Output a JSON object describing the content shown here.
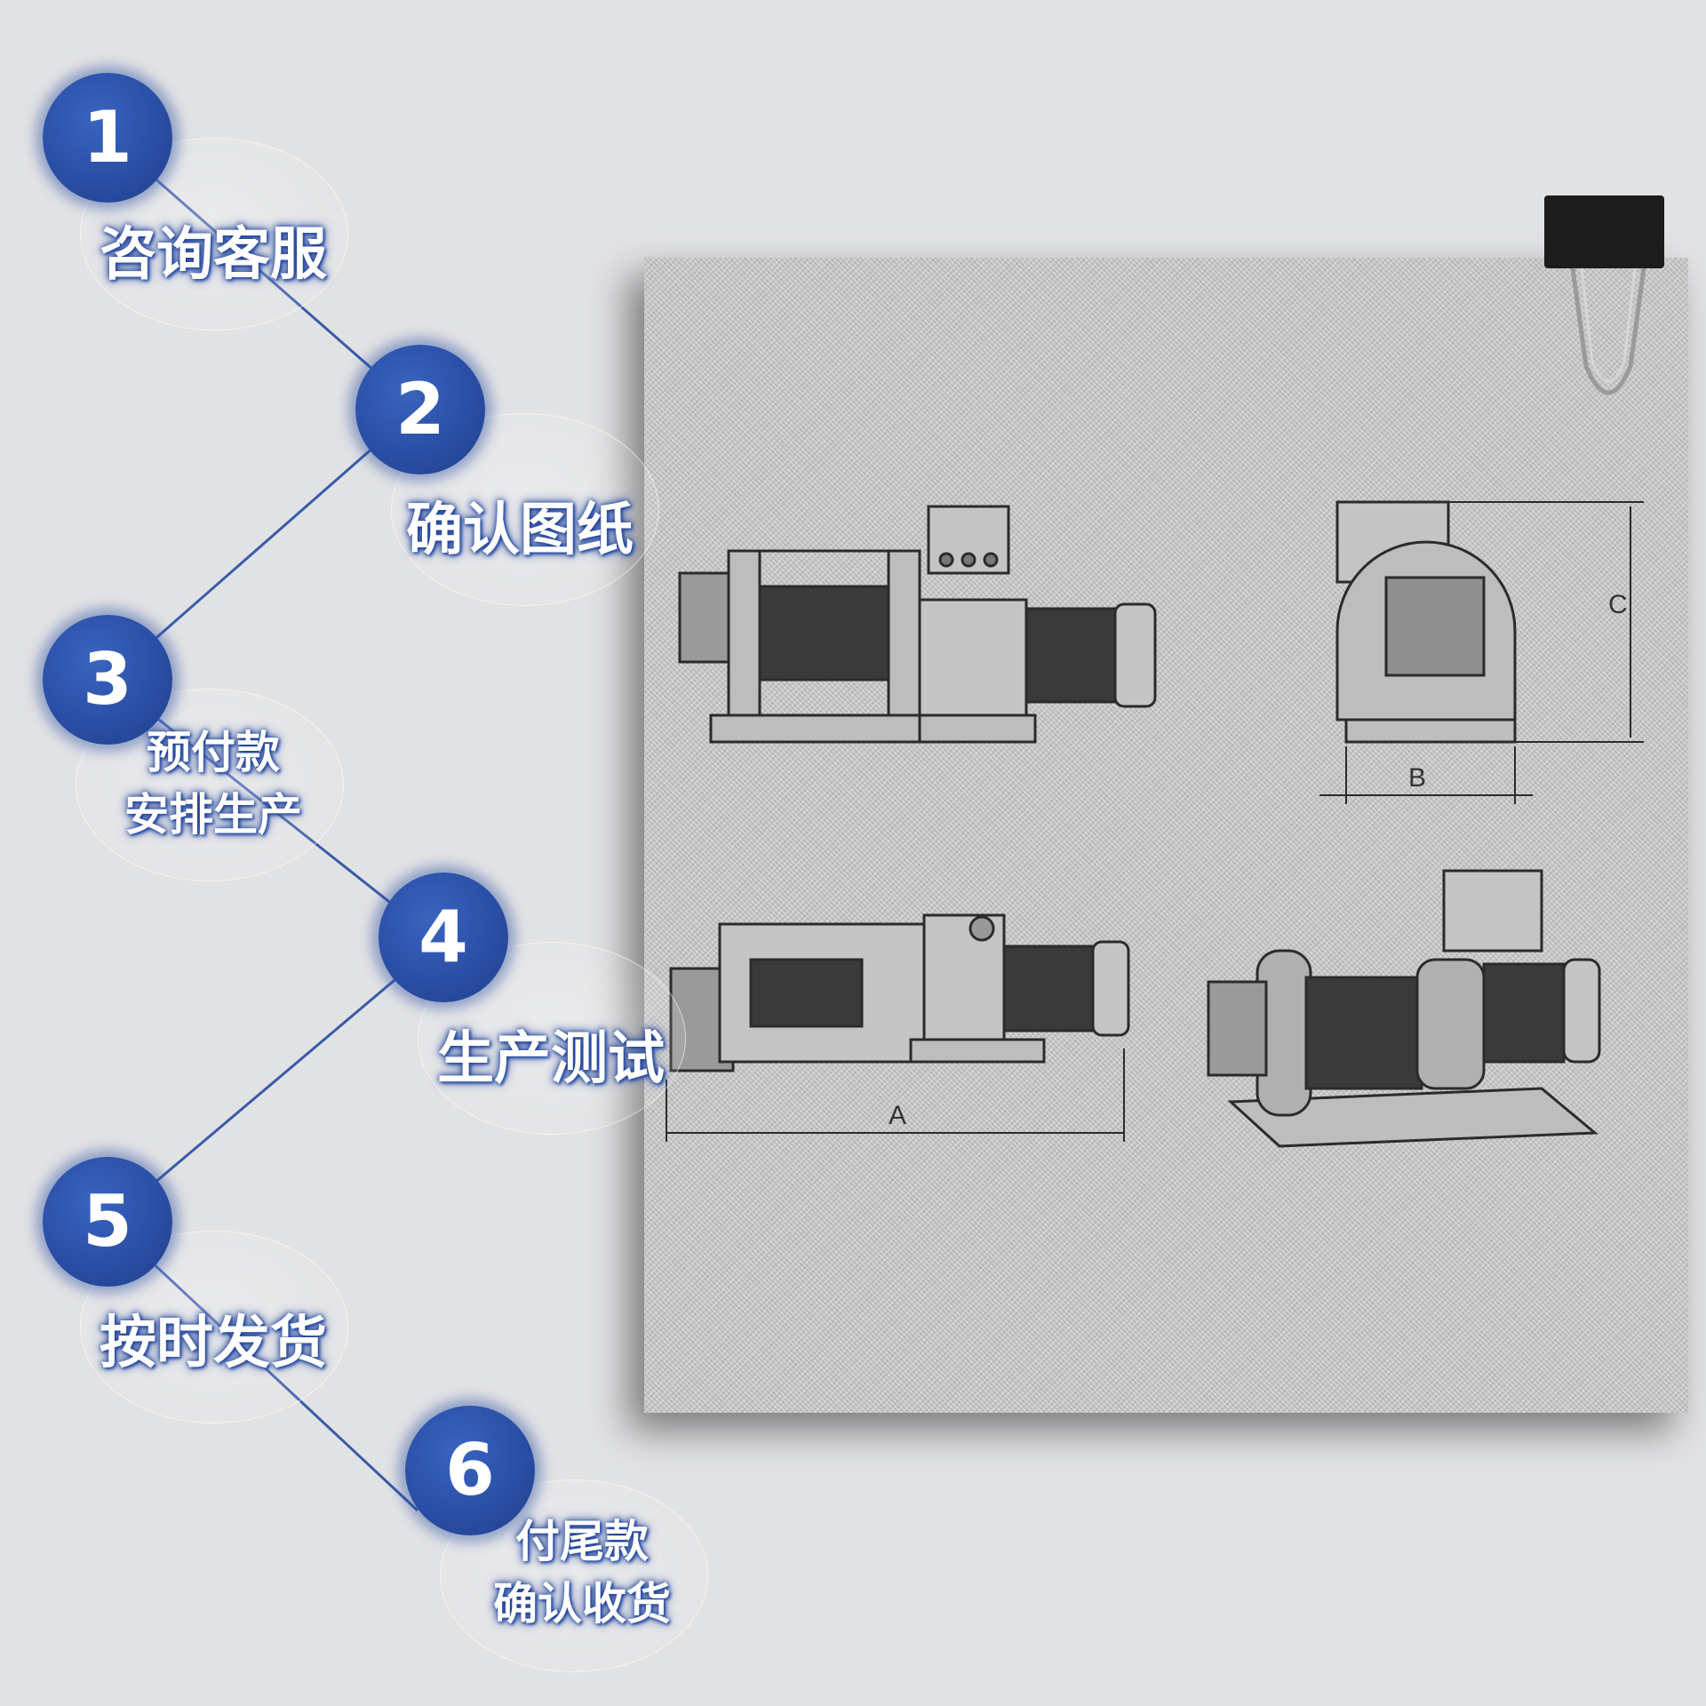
{
  "steps": [
    {
      "number": "1",
      "label": "咨询客服",
      "lines": [
        "咨询客服"
      ]
    },
    {
      "number": "2",
      "label": "确认图纸",
      "lines": [
        "确认图纸"
      ]
    },
    {
      "number": "3",
      "label": "预付款 安排生产",
      "lines": [
        "预付款",
        "安排生产"
      ]
    },
    {
      "number": "4",
      "label": "生产测试",
      "lines": [
        "生产测试"
      ]
    },
    {
      "number": "5",
      "label": "按时发货",
      "lines": [
        "按时发货"
      ]
    },
    {
      "number": "6",
      "label": "付尾款 确认收货",
      "lines": [
        "付尾款",
        "确认收货"
      ]
    }
  ],
  "drawing": {
    "dimension_labels": {
      "a": "A",
      "b": "B",
      "c": "C"
    }
  },
  "colors": {
    "step_circle": "#2a4fa6",
    "connector_line": "#3b5aa8",
    "background": "#e1e2e4",
    "paper": "#c9c9c9"
  },
  "icons": [
    "binder-clip-icon",
    "winch-side-view-icon",
    "winch-end-view-icon",
    "winch-top-view-icon",
    "winch-isometric-view-icon"
  ]
}
